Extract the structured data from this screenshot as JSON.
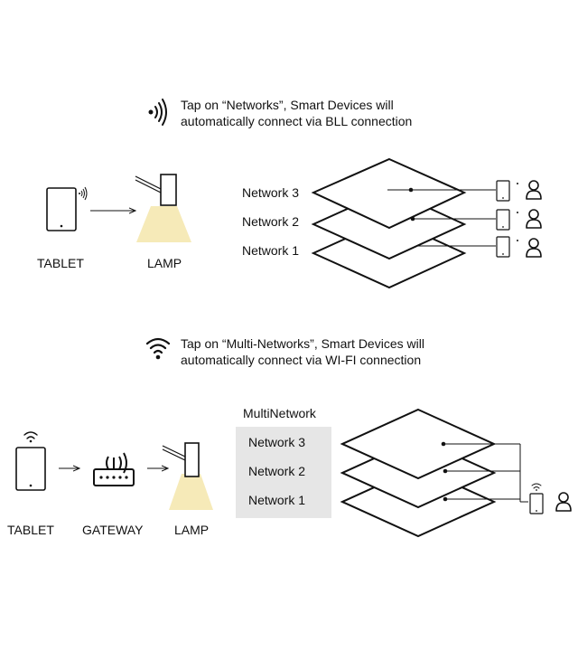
{
  "section1": {
    "instruction_line1": "Tap on “Networks”, Smart Devices will",
    "instruction_line2": "automatically connect via BLL connection",
    "tablet_label": "TABLET",
    "lamp_label": "LAMP",
    "networks": [
      "Network 3",
      "Network 2",
      "Network 1"
    ],
    "icon": "bluetooth-signal-icon"
  },
  "section2": {
    "instruction_line1": "Tap on “Multi-Networks”, Smart Devices will",
    "instruction_line2": "automatically connect via WI-FI connection",
    "tablet_label": "TABLET",
    "gateway_label": "GATEWAY",
    "lamp_label": "LAMP",
    "multinetwork_title": "MultiNetwork",
    "networks": [
      "Network 3",
      "Network 2",
      "Network 1"
    ],
    "icon": "wifi-icon"
  },
  "colors": {
    "line": "#111111",
    "light_beam": "#f6eab8",
    "multinetwork_box": "#e6e6e6"
  }
}
